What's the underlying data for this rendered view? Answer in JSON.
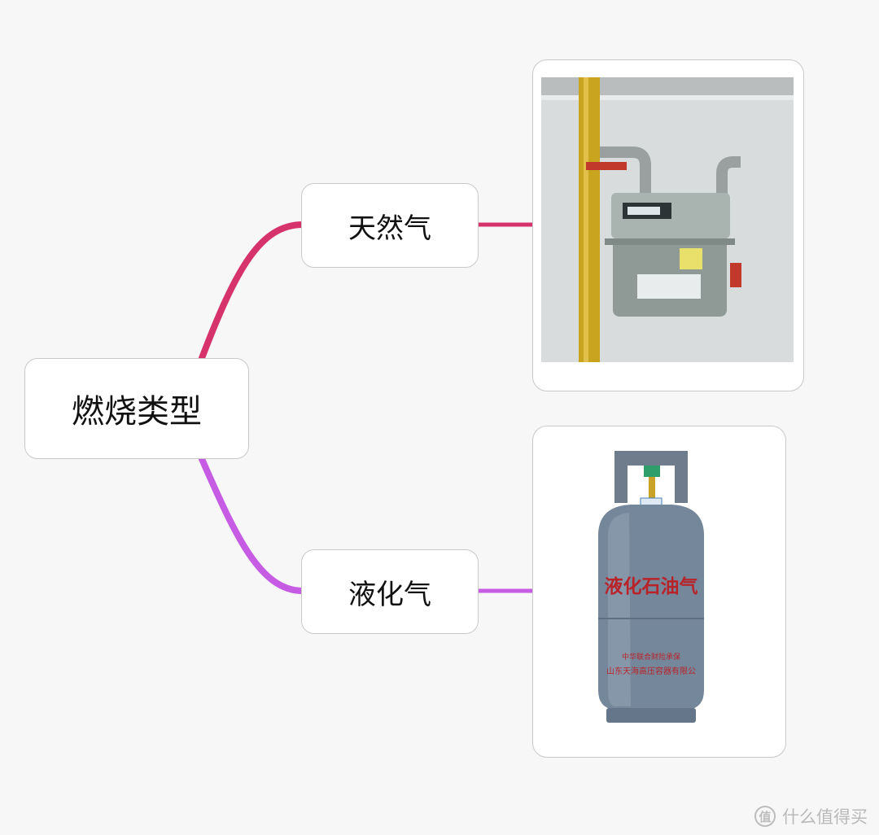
{
  "mindmap": {
    "root": {
      "label": "燃烧类型"
    },
    "branches": [
      {
        "label": "天然气",
        "color": "#d6336c",
        "image": "gas-meter-photo"
      },
      {
        "label": "液化气",
        "color": "#c55ce3",
        "image": "lpg-cylinder-photo",
        "cylinder_text": {
          "main": "液化石油气",
          "line1": "中华联合财险承保",
          "line2": "山东天海高压容器有限公"
        }
      }
    ]
  },
  "watermark": {
    "icon": "zhi-icon",
    "text": "什么值得买"
  }
}
